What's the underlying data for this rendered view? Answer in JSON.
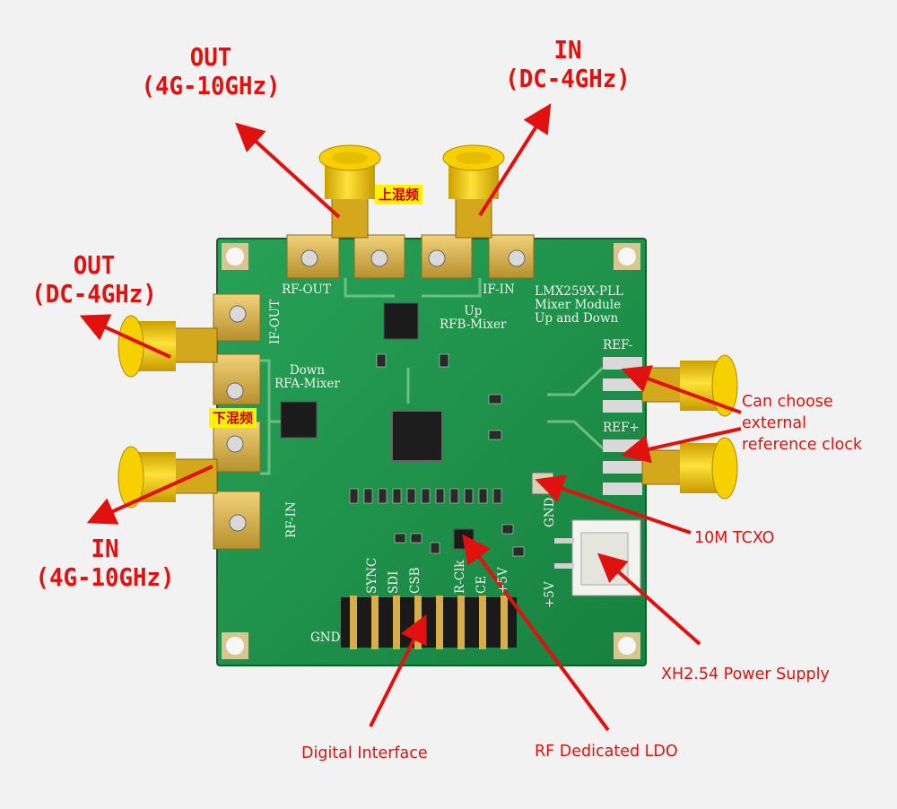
{
  "annotations": {
    "out_top": {
      "line1": "OUT",
      "line2": "(4G-10GHz)"
    },
    "in_top": {
      "line1": "IN",
      "line2": "(DC-4GHz)"
    },
    "out_left": {
      "line1": "OUT",
      "line2": "(DC-4GHz)"
    },
    "in_left": {
      "line1": "IN",
      "line2": "(4G-10GHz)"
    },
    "up_mixing_tag": "上混频",
    "down_mixing_tag": "下混频",
    "external_ref": [
      "Can choose",
      "external",
      "reference clock"
    ],
    "tcxo": "10M TCXO",
    "power_supply": "XH2.54 Power Supply",
    "digital_interface": "Digital Interface",
    "rf_ldo": "RF Dedicated LDO"
  },
  "board_silkscreen": {
    "rf_out": "RF-OUT",
    "if_in": "IF-IN",
    "if_out": "IF-OUT",
    "rf_in": "RF-IN",
    "module_title": [
      "LMX259X-PLL",
      "Mixer Module",
      "Up and Down"
    ],
    "up_mixer": [
      "Up",
      "RFB-Mixer"
    ],
    "down_mixer": [
      "Down",
      "RFA-Mixer"
    ],
    "ref_minus": "REF-",
    "ref_plus": "REF+",
    "gnd": "GND",
    "plus5v": "+5V",
    "header_pins": [
      "SYNC",
      "SDI",
      "CSB",
      "R-Clk",
      "CE",
      "+5V"
    ],
    "header_gnd": "GND"
  },
  "colors": {
    "annotation_red": "#e0110f",
    "tag_yellow": "#fff200",
    "pcb_green": "#1f8f4a",
    "gold": "#d8b24a",
    "sma_yellow": "#f2cc00"
  }
}
